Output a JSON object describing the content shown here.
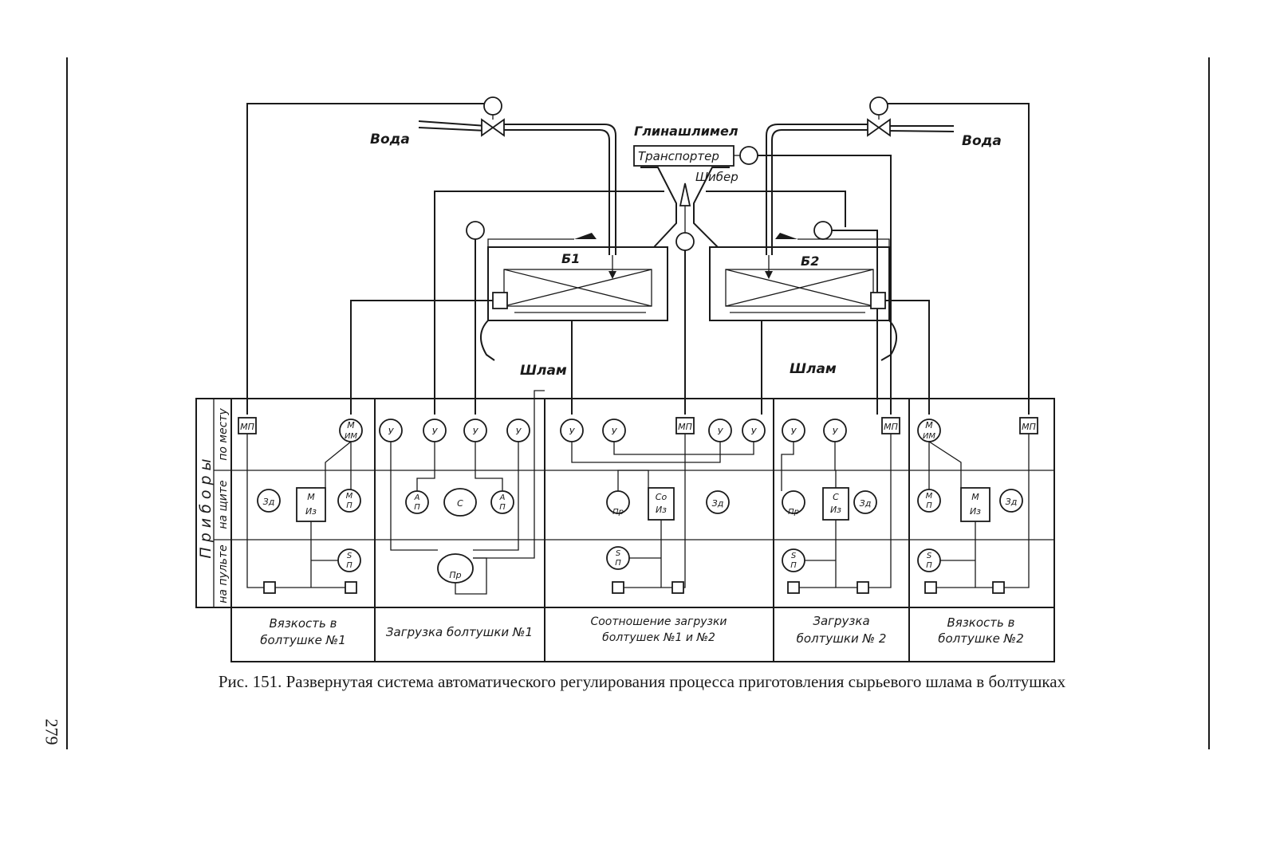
{
  "labels": {
    "water_left": "Вода",
    "water_right": "Вода",
    "clay_sludge": "Глинашлимел",
    "transporter": "Транспортер",
    "gate": "Шибер",
    "tank1": "Б1",
    "tank2": "Б2",
    "slurry_left": "Шлам",
    "slurry_right": "Шлам"
  },
  "row_group_label": "Приборы",
  "row_labels": [
    "по месту",
    "на щите",
    "на пульте"
  ],
  "device_labels": {
    "mp": "МП",
    "m": "М",
    "im": "ИМ",
    "u": "У",
    "zd": "Зд",
    "iz": "Из",
    "p": "П",
    "a": "А",
    "s": "С",
    "pr": "Пр",
    "so": "Со",
    "S": "S"
  },
  "sections": [
    {
      "line1": "Вязкость в",
      "line2": "болтушке №1"
    },
    {
      "line1": "Загрузка болтушки №1",
      "line2": ""
    },
    {
      "line1": "Соотношение загрузки",
      "line2": "болтушек №1 и №2"
    },
    {
      "line1": "Загрузка",
      "line2": "болтушки № 2"
    },
    {
      "line1": "Вязкость в",
      "line2": "болтушке №2"
    }
  ],
  "caption": "Рис. 151. Развернутая система автоматического регулирования процесса приготовления сырьевого шлама в болтушках",
  "page_number": "279"
}
